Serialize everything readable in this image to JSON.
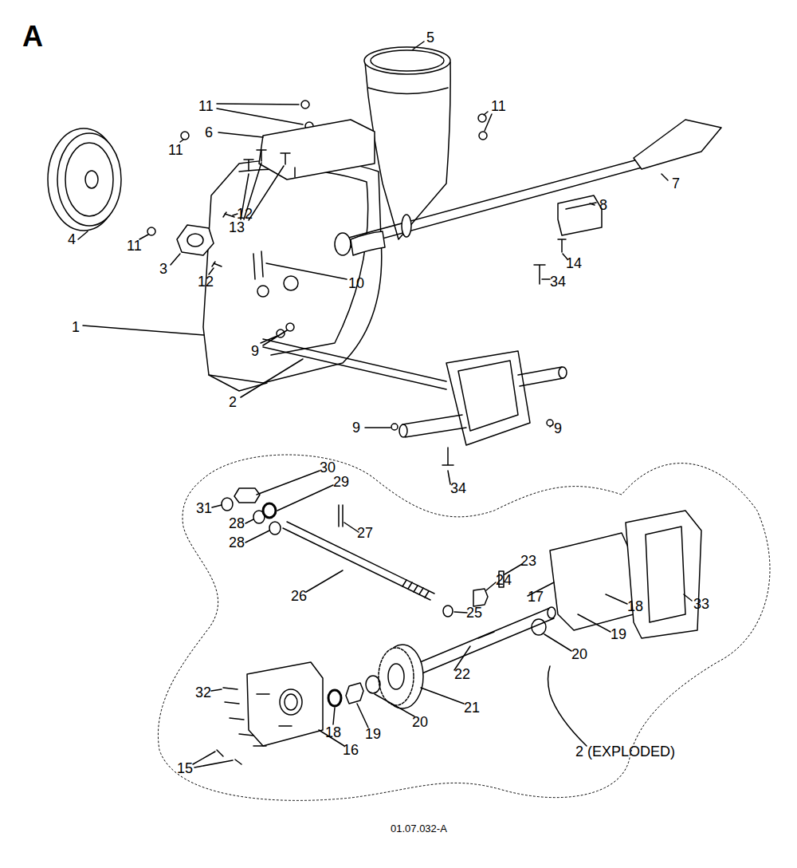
{
  "diagram": {
    "title": "A",
    "caption": "01.07.032-A",
    "labels": [
      "5",
      "11",
      "11",
      "6",
      "7",
      "13",
      "11",
      "12",
      "4",
      "11",
      "3",
      "12",
      "8",
      "14",
      "10",
      "1",
      "9",
      "2",
      "34",
      "9",
      "9",
      "34",
      "30",
      "29",
      "31",
      "28",
      "28",
      "27",
      "26",
      "23",
      "24",
      "17",
      "25",
      "33",
      "18",
      "19",
      "20",
      "22",
      "21",
      "20",
      "19",
      "18",
      "32",
      "15",
      "16",
      "2 (EXPLODED)"
    ]
  }
}
